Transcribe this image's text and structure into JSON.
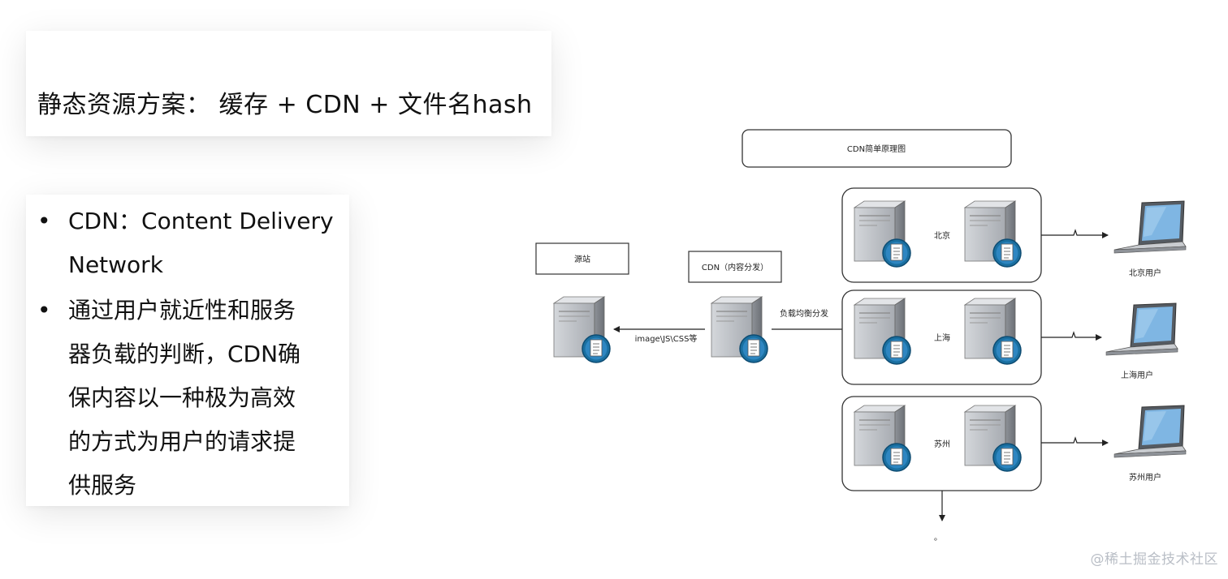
{
  "slide": {
    "title": "静态资源方案： 缓存 + CDN + 文件名hash",
    "bullets": [
      {
        "marker": "•",
        "line1": "CDN：Content Delivery",
        "line2": "Network"
      },
      {
        "marker": "•",
        "line1": "通过用户就近性和服务",
        "line2": "器负载的判断，CDN确",
        "line3": "保内容以一种极为高效",
        "line4": "的方式为用户的请求提",
        "line5": "供服务"
      }
    ]
  },
  "diagram": {
    "title": "CDN简单原理图",
    "origin_label": "源站",
    "cdn_label": "CDN（内容分发）",
    "resource_label": "image\\JS\\CSS等",
    "balance_label": "负载均衡分发",
    "regions": [
      {
        "name": "北京",
        "user": "北京用户"
      },
      {
        "name": "上海",
        "user": "上海用户"
      },
      {
        "name": "苏州",
        "user": "苏州用户"
      }
    ],
    "continuation_dot": "。"
  },
  "watermark": "@稀土掘金技术社区",
  "icons": [
    "server-icon",
    "laptop-icon",
    "document-badge-icon"
  ],
  "colors": {
    "server": "#b8bcc2",
    "badge": "#1a6fa0",
    "screen": "#7fb6e3"
  }
}
